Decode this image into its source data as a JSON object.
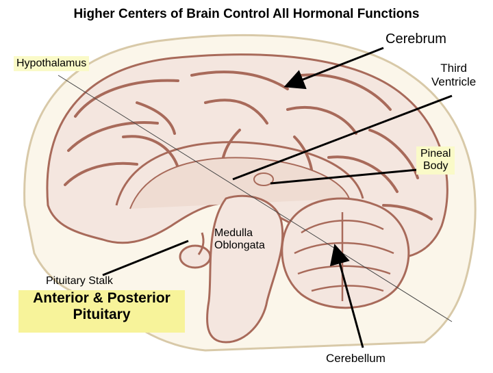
{
  "title": "Higher Centers of Brain Control All Hormonal Functions",
  "labels": {
    "cerebrum": "Cerebrum",
    "hypothalamus": "Hypothalamus",
    "third_ventricle_line1": "Third",
    "third_ventricle_line2": "Ventricle",
    "pineal_line1": "Pineal",
    "pineal_line2": "Body",
    "medulla_line1": "Medulla",
    "medulla_line2": "Oblongata",
    "pituitary_stalk": "Pituitary Stalk",
    "anterior_posterior_line1": "Anterior & Posterior",
    "anterior_posterior_line2": "Pituitary",
    "cerebellum": "Cerebellum"
  },
  "colors": {
    "tissue": "#f4e6df",
    "gyrus_line": "#a86a5a",
    "outer_fill": "#fbf6ea",
    "highlight_light": "#fafac8",
    "highlight_yellow": "#f7f39a",
    "arrow": "#000000"
  }
}
